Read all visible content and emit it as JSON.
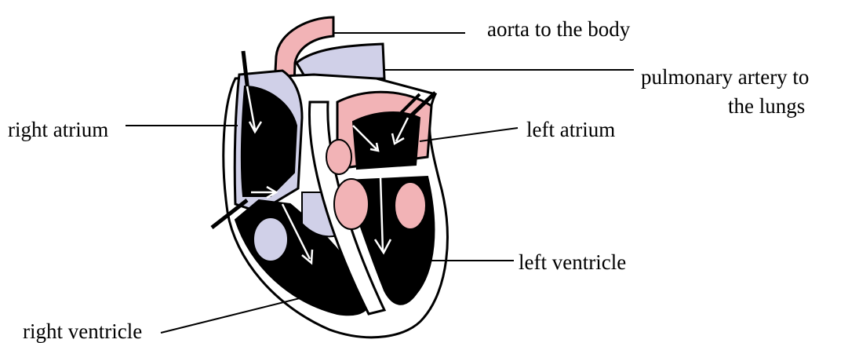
{
  "labels": {
    "aorta": "aorta to the body",
    "pulmonary_line1": "pulmonary artery to",
    "pulmonary_line2": "the lungs",
    "right_atrium": "right atrium",
    "left_atrium": "left atrium",
    "left_ventricle": "left ventricle",
    "right_ventricle": "right ventricle"
  },
  "colors": {
    "deoxygenated_blood": "#d0d0e8",
    "oxygenated_blood": "#f2b3b6",
    "chamber_fill": "#000000",
    "outline": "#000000",
    "wall": "#ffffff"
  }
}
